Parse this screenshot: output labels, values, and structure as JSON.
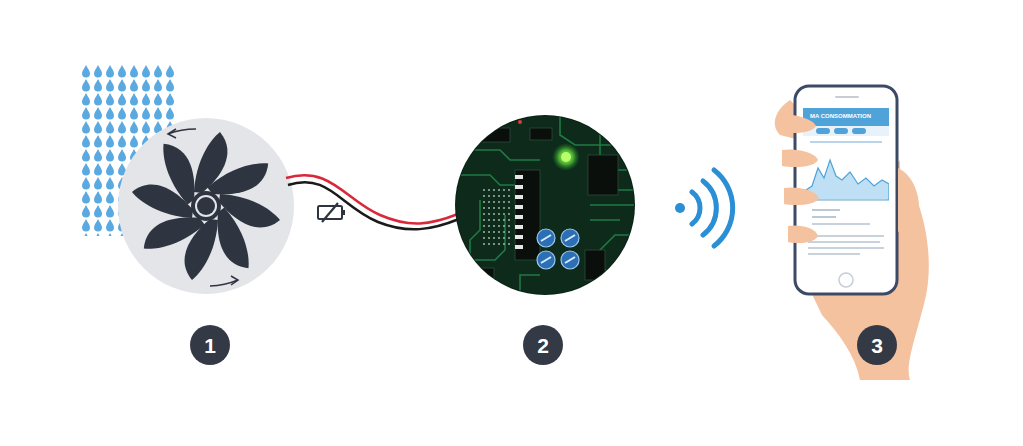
{
  "diagram": {
    "nodes": [
      {
        "text": [
          "1"
        ]
      },
      {
        "text": [
          "2"
        ]
      },
      {
        "text": [
          "3"
        ]
      }
    ],
    "labels": [
      "MA CONSOMMATION"
    ]
  }
}
